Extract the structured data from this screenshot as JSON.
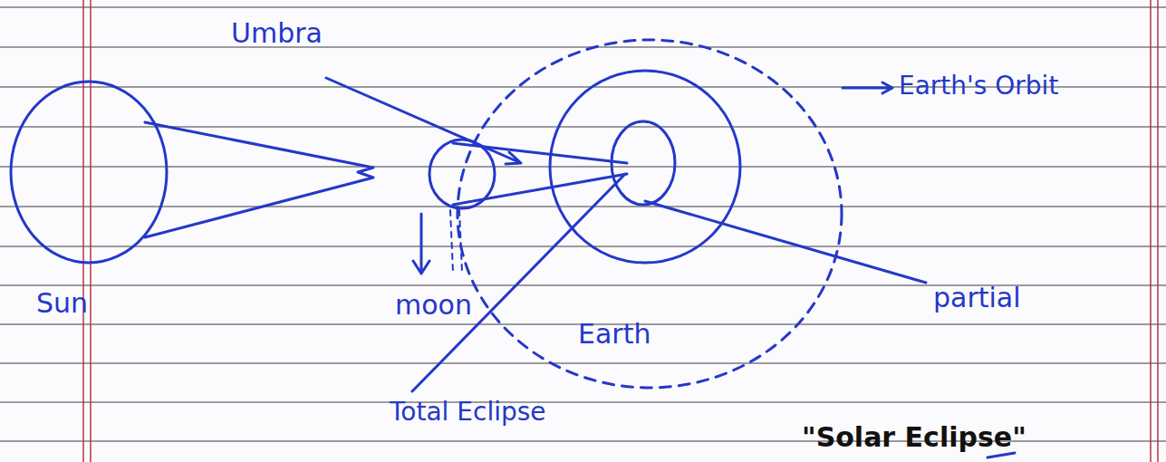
{
  "diagram": {
    "title": "\"Solar Eclipse\"",
    "labels": [
      "Umbra",
      "Earth's Orbit",
      "Sun",
      "moon",
      "Earth",
      "partial",
      "Total Eclipse"
    ]
  }
}
